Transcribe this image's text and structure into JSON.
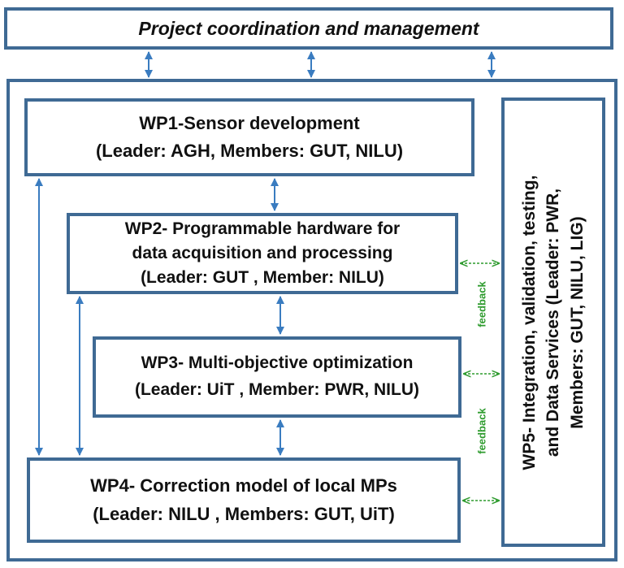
{
  "header": {
    "title": "Project coordination and management"
  },
  "wp1": {
    "line1": "WP1-Sensor development",
    "line2": "(Leader: AGH, Members: GUT, NILU)"
  },
  "wp2": {
    "line1": "WP2- Programmable hardware for",
    "line2": "data acquisition and processing",
    "line3": "(Leader: GUT , Member: NILU)"
  },
  "wp3": {
    "line1": "WP3- Multi-objective optimization",
    "line2": "(Leader: UiT , Member: PWR, NILU)"
  },
  "wp4": {
    "line1": "WP4- Correction model of local MPs",
    "line2": "(Leader: NILU , Members: GUT, UiT)"
  },
  "wp5": {
    "line1": "WP5- Integration, validation, testing,",
    "line2": "and Data Services (Leader: PWR,",
    "line3": "Members: GUT, NILU, LIG)"
  },
  "feedback": {
    "label1": "feedback",
    "label2": "feedback"
  },
  "colors": {
    "border": "#3f6a94",
    "arrow": "#3a7cc0",
    "feedback": "#2e9b2e"
  }
}
